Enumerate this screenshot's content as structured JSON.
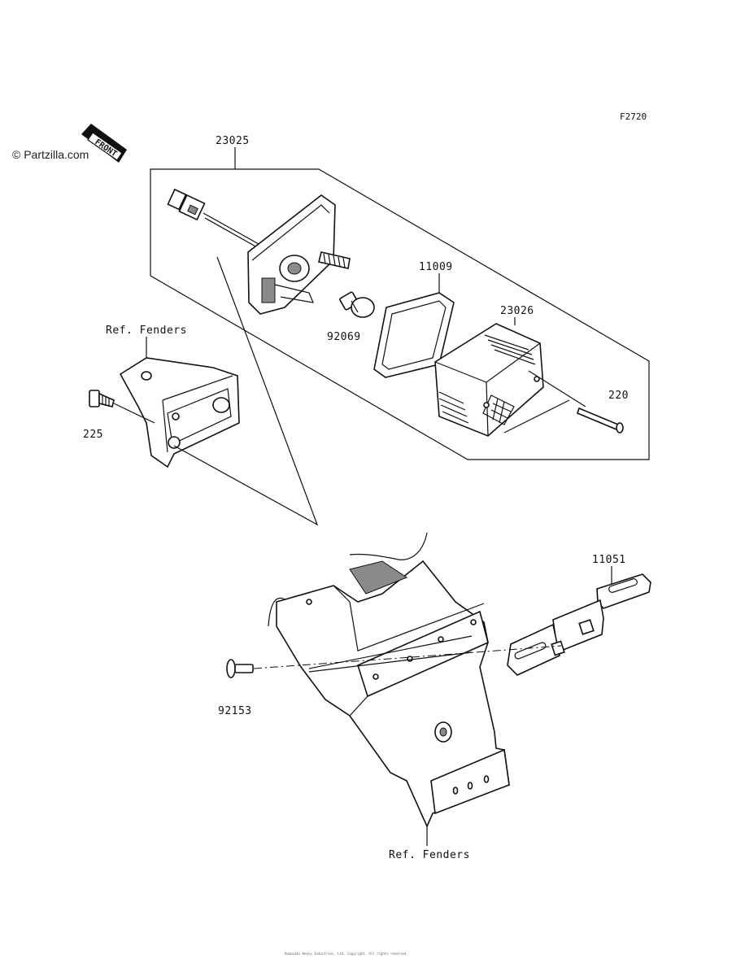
{
  "diagram_code": "F2720",
  "watermark": "© Partzilla.com",
  "front_badge": "FRONT",
  "footer_text": "Kawasaki Heavy Industries, Ltd. Copyright. All rights reserved.",
  "labels": {
    "p23025": "23025",
    "p11009": "11009",
    "p23026": "23026",
    "p92069": "92069",
    "p220": "220",
    "p225": "225",
    "p11051": "11051",
    "p92153": "92153",
    "ref_fenders_top": "Ref. Fenders",
    "ref_fenders_bottom": "Ref. Fenders"
  }
}
